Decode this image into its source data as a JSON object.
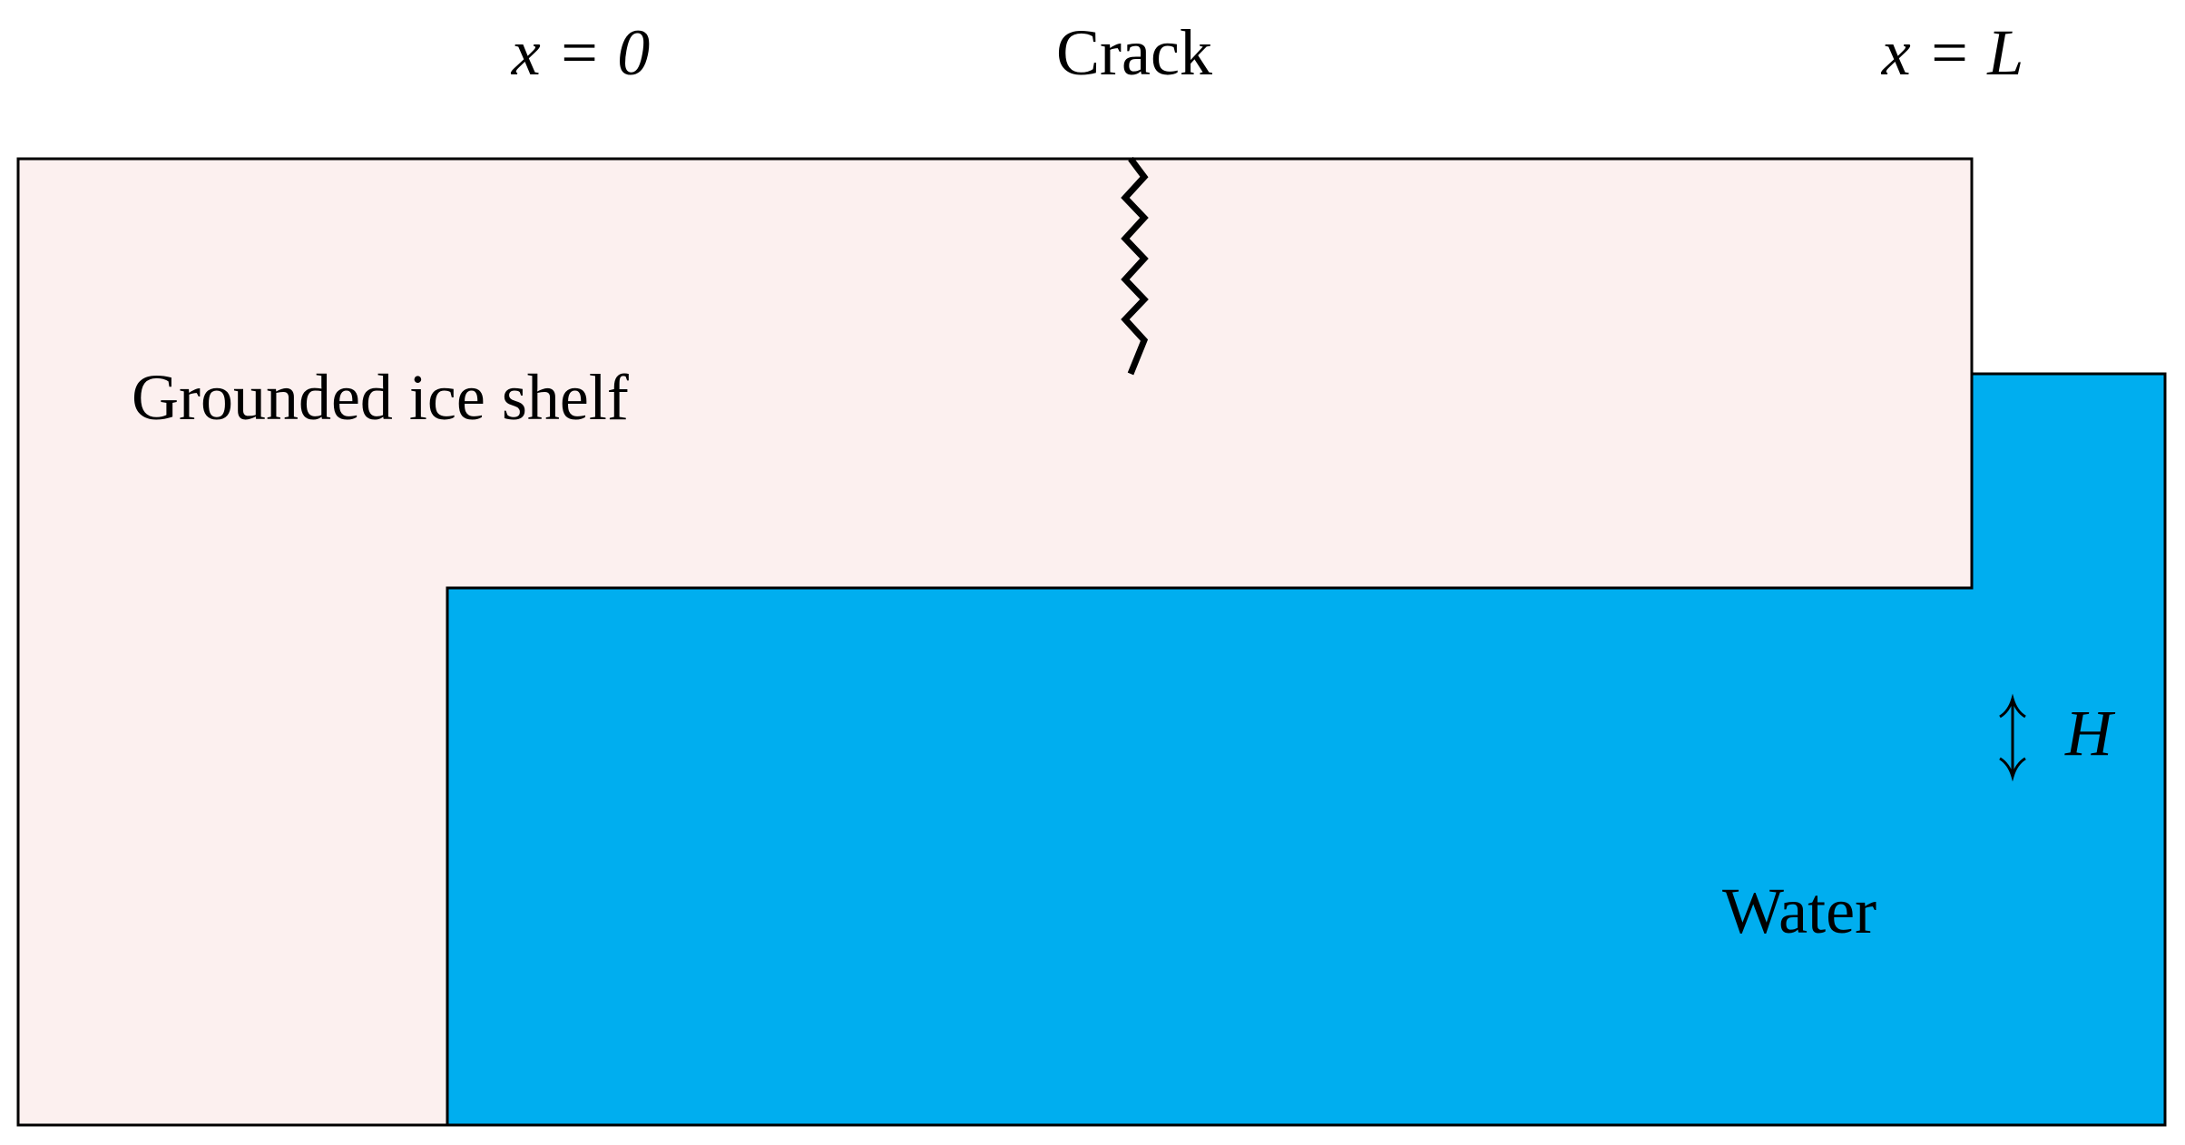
{
  "diagram": {
    "labels": {
      "x_zero": "x = 0",
      "crack": "Crack",
      "x_L": "x = L",
      "ice": "Grounded ice shelf",
      "water": "Water",
      "H": "H"
    },
    "colors": {
      "ice_fill": "#FCF0EF",
      "water_fill": "#00AEEF",
      "outline": "#000000"
    }
  }
}
